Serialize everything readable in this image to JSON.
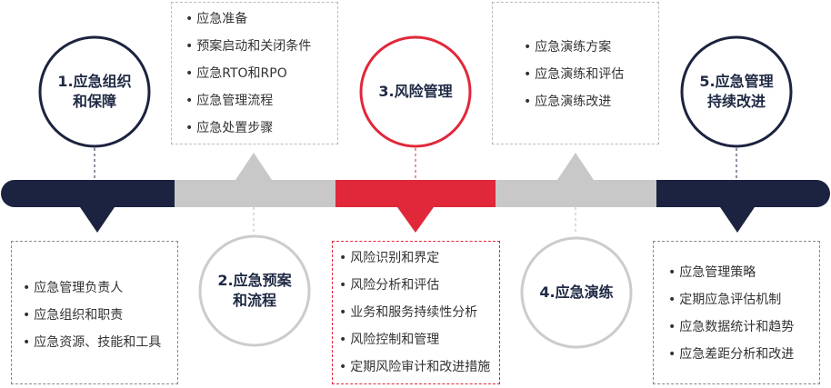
{
  "colors": {
    "navy": "#1c2340",
    "red": "#e0283a",
    "gray": "#c8c8c8",
    "circle_gray": "#cccccc",
    "text": "#333333"
  },
  "stages": [
    {
      "id": "s1",
      "line1": "1.应急组织",
      "line2": "和保障",
      "color": "navy",
      "items": [
        "应急管理负责人",
        "应急组织和职责",
        "应急资源、技能和工具"
      ]
    },
    {
      "id": "s2",
      "line1": "2.应急预案",
      "line2": "和流程",
      "color": "gray",
      "items": [
        "应急准备",
        "预案启动和关闭条件",
        "应急RTO和RPO",
        "应急管理流程",
        "应急处置步骤"
      ]
    },
    {
      "id": "s3",
      "line1": "3.风险管理",
      "line2": "",
      "color": "red",
      "items": [
        "风险识别和界定",
        "风险分析和评估",
        "业务和服务持续性分析",
        "风险控制和管理",
        "定期风险审计和改进措施"
      ]
    },
    {
      "id": "s4",
      "line1": "4.应急演练",
      "line2": "",
      "color": "gray",
      "items": [
        "应急演练方案",
        "应急演练和评估",
        "应急演练改进"
      ]
    },
    {
      "id": "s5",
      "line1": "5.应急管理",
      "line2": "持续改进",
      "color": "navy",
      "items": [
        "应急管理策略",
        "定期应急评估机制",
        "应急数据统计和趋势",
        "应急差距分析和改进"
      ]
    }
  ]
}
